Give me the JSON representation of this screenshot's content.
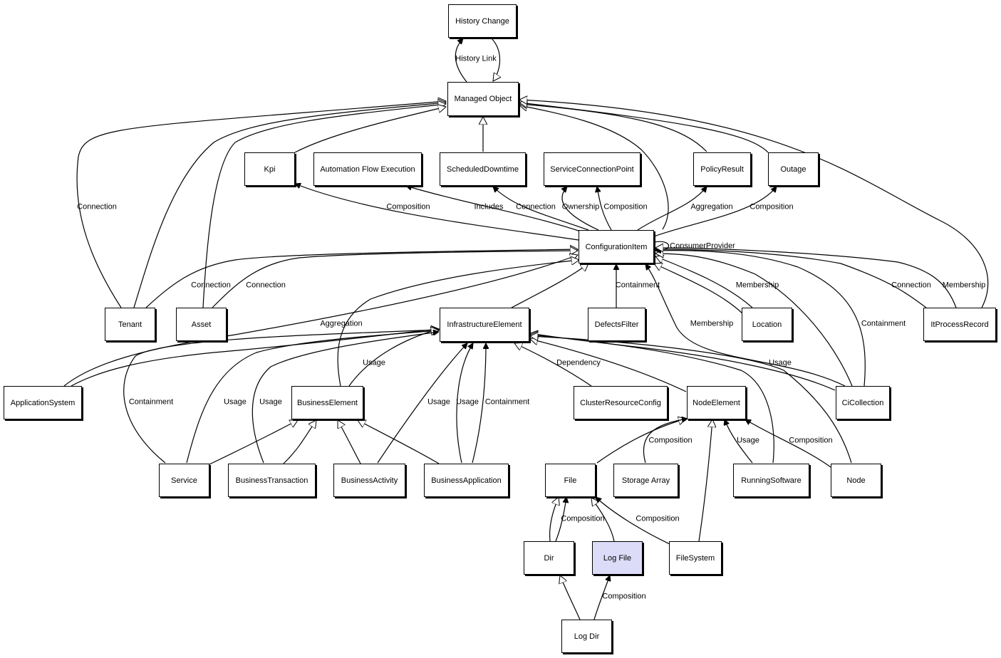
{
  "diagram": {
    "nodes": {
      "history_change": "History Change",
      "managed_object": "Managed Object",
      "kpi": "Kpi",
      "automation_flow_execution": "Automation Flow Execution",
      "scheduled_downtime": "ScheduledDowntime",
      "service_connection_point": "ServiceConnectionPoint",
      "policy_result": "PolicyResult",
      "outage": "Outage",
      "configuration_item": "ConfigurationItem",
      "tenant": "Tenant",
      "asset": "Asset",
      "infrastructure_element": "InfrastructureElement",
      "defects_filter": "DefectsFilter",
      "location": "Location",
      "it_process_record": "ItProcessRecord",
      "application_system": "ApplicationSystem",
      "business_element": "BusinessElement",
      "cluster_resource_config": "ClusterResourceConfig",
      "node_element": "NodeElement",
      "ci_collection": "CiCollection",
      "service": "Service",
      "business_transaction": "BusinessTransaction",
      "business_activity": "BusinessActivity",
      "business_application": "BusinessApplication",
      "file": "File",
      "storage_array": "Storage Array",
      "running_software": "RunningSoftware",
      "node": "Node",
      "dir": "Dir",
      "log_file": "Log File",
      "file_system": "FileSystem",
      "log_dir": "Log Dir"
    },
    "edge_labels": {
      "history_link": "History Link",
      "tenant_connection_mo": "Connection",
      "kpi_composition": "Composition",
      "afe_includes": "Includes",
      "sd_connection": "Connection",
      "scp_ownership": "Ownership",
      "scp_composition": "Composition",
      "pr_aggregation": "Aggregation",
      "outage_composition": "Composition",
      "consumer_provider": "ConsumerProvider",
      "tenant_connection_ci": "Connection",
      "asset_connection_ci": "Connection",
      "defects_containment": "Containment",
      "location_membership": "Membership",
      "itpr_connection": "Connection",
      "itpr_membership": "Membership",
      "appsys_aggregation": "Aggregation",
      "cic_membership": "Membership",
      "cic_containment": "Containment",
      "be_usage": "Usage",
      "cluster_dependency": "Dependency",
      "cic_usage": "Usage",
      "service_containment": "Containment",
      "service_usage": "Usage",
      "bt_usage": "Usage",
      "ba_usage": "Usage",
      "bapp_usage": "Usage",
      "bapp_containment": "Containment",
      "storage_composition": "Composition",
      "rs_usage": "Usage",
      "node_composition": "Composition",
      "dir_composition": "Composition",
      "fs_composition": "Composition",
      "logdir_composition": "Composition"
    }
  }
}
